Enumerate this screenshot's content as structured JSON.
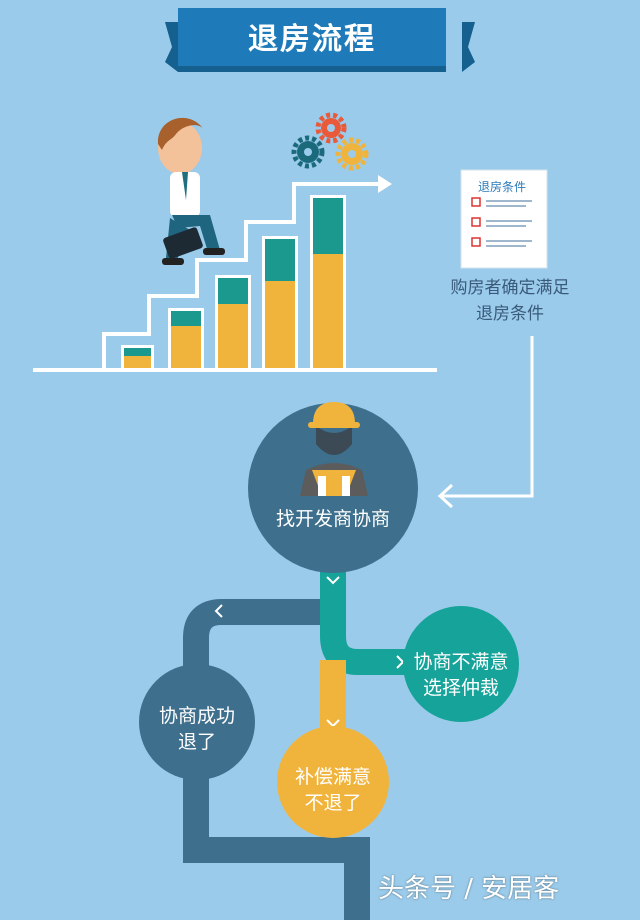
{
  "title": "退房流程",
  "doc_title": "退房条件",
  "step_condition": "购房者确定满足退房条件",
  "step_condition_lines": [
    "购房者确定满足",
    "退房条件"
  ],
  "step_negotiate": "找开发商协商",
  "outcome_success": [
    "协商成功",
    "退了"
  ],
  "outcome_compensation": [
    "补偿满意",
    "不退了"
  ],
  "outcome_arbitration": [
    "协商不满意",
    "选择仲裁"
  ],
  "watermark": "头条号 / 安居客",
  "colors": {
    "background": "#9bcbea",
    "banner": "#1e7ab8",
    "dark_teal": "#3e6f8c",
    "teal": "#16a39a",
    "amber": "#f0b43c",
    "bar_top": "#1b998f"
  },
  "icons": [
    "businessman-climbing-icon",
    "gear-icon",
    "document-checklist-icon",
    "worker-helmet-icon",
    "chevron-down-icon",
    "chevron-left-icon",
    "chevron-right-icon"
  ]
}
